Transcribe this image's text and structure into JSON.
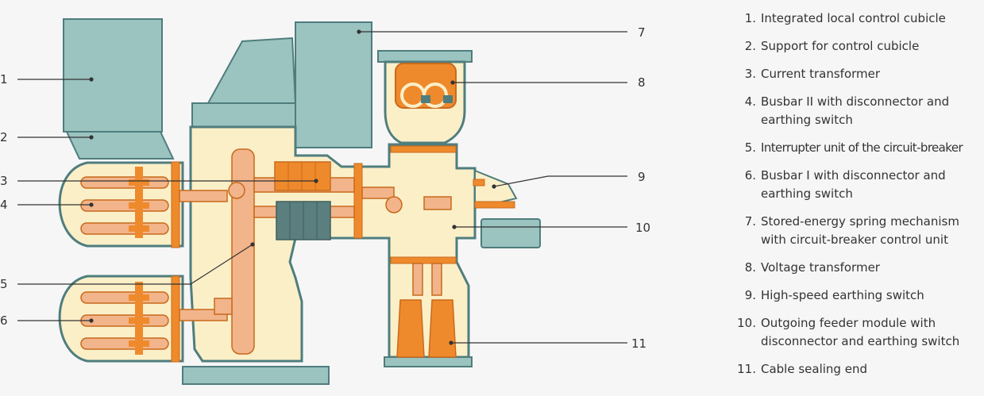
{
  "colors": {
    "background": "#f6f6f6",
    "enclosure_fill": "#fbefc8",
    "enclosure_outline": "#4f7d7e",
    "cabinet_fill": "#9bc3bf",
    "conductor_orange": "#ef8a2c",
    "conductor_light": "#f2b48a",
    "text": "#333333"
  },
  "callouts": [
    "1",
    "2",
    "3",
    "4",
    "5",
    "6",
    "7",
    "8",
    "9",
    "10",
    "11"
  ],
  "legend": [
    {
      "num": "1.",
      "text": "Integrated local control cubicle"
    },
    {
      "num": "2.",
      "text": "Support for control cubicle"
    },
    {
      "num": "3.",
      "text": "Current transformer"
    },
    {
      "num": "4.",
      "text": "Busbar II with disconnector and earthing switch"
    },
    {
      "num": "5.",
      "text": "Interrupter unit of the circuit-breaker"
    },
    {
      "num": "6.",
      "text": "Busbar I with disconnector and earthing switch"
    },
    {
      "num": "7.",
      "text": "Stored-energy spring mechanism with circuit-breaker control unit"
    },
    {
      "num": "8.",
      "text": "Voltage transformer"
    },
    {
      "num": "9.",
      "text": "High-speed earthing switch"
    },
    {
      "num": "10.",
      "text": "Outgoing feeder module with disconnector and earthing switch"
    },
    {
      "num": "11.",
      "text": "Cable sealing end"
    }
  ]
}
